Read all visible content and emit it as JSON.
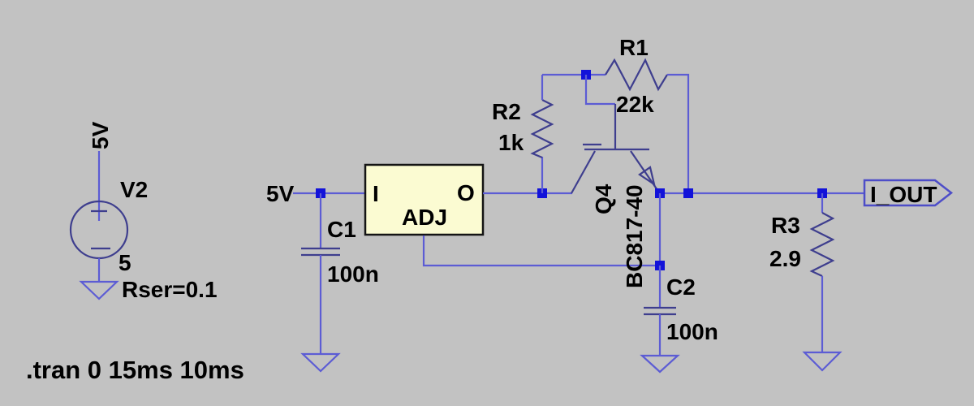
{
  "app": {
    "view": "LTspice schematic canvas"
  },
  "directive": ".tran 0 15ms 10ms",
  "nets": {
    "input": "5V",
    "output_flag": "I_OUT"
  },
  "components": {
    "v2": {
      "net_label": "5V",
      "ref": "V2",
      "value": "5",
      "param": "Rser=0.1"
    },
    "c1": {
      "ref": "C1",
      "value": "100n"
    },
    "regulator": {
      "pins": {
        "in": "I",
        "out": "O",
        "adj": "ADJ"
      }
    },
    "r2": {
      "ref": "R2",
      "value": "1k"
    },
    "r1": {
      "ref": "R1",
      "value": "22k"
    },
    "q4": {
      "ref": "Q4",
      "value": "BC817-40"
    },
    "c2": {
      "ref": "C2",
      "value": "100n"
    },
    "r3": {
      "ref": "R3",
      "value": "2.9"
    }
  },
  "colors": {
    "background": "#c2c2c2",
    "wire": "#5c5cd4",
    "component_body": "#3e3e8e",
    "junction": "#1212d9",
    "regulator_fill": "#fbfbd2",
    "regulator_border": "#141414",
    "flag_outline": "#4d4dc8",
    "text": "#000000"
  }
}
